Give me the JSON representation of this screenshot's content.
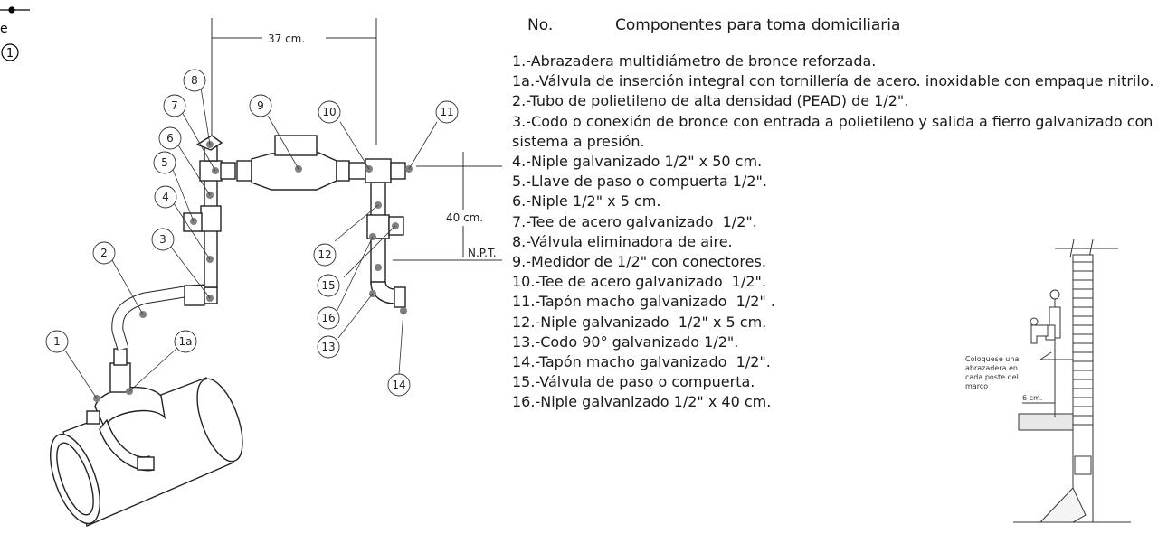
{
  "header": {
    "no_label": "No.",
    "title": "Componentes para toma domiciliaria",
    "corner_number": "1",
    "corner_letter": "e"
  },
  "components": [
    "1.-Abrazadera multidiámetro de bronce reforzada.",
    "1a.-Válvula de inserción integral con tornillería de acero. inoxidable con empaque nitrilo.",
    "2.-Tubo de polietileno de alta densidad (PEAD) de 1/2\".",
    "3.-Codo o conexión de bronce con entrada a polietileno y salida a fierro galvanizado con sistema a presión.",
    "4.-Niple galvanizado 1/2\" x 50 cm.",
    "5.-Llave de paso o compuerta 1/2\".",
    "6.-Niple 1/2\" x 5 cm.",
    "7.-Tee de acero galvanizado  1/2\".",
    "8.-Válvula eliminadora de aire.",
    "9.-Medidor de 1/2\" con conectores.",
    "10.-Tee de acero galvanizado  1/2\".",
    "11.-Tapón macho galvanizado  1/2\" .",
    "12.-Niple galvanizado  1/2\" x 5 cm.",
    "13.-Codo 90° galvanizado 1/2\".",
    "14.-Tapón macho galvanizado  1/2\".",
    "15.-Válvula de paso o compuerta.",
    "16.-Niple galvanizado 1/2\" x 40 cm."
  ],
  "callouts": [
    "1",
    "1a",
    "2",
    "3",
    "4",
    "5",
    "6",
    "7",
    "8",
    "9",
    "10",
    "11",
    "12",
    "13",
    "14",
    "15",
    "16"
  ],
  "dimensions": {
    "width_label": "37 cm.",
    "height_label": "40 cm.",
    "ground_label": "N.P.T.",
    "detail_depth_label": "6 cm."
  },
  "detail_note": [
    "Coloquese una",
    "abrazadera en",
    "cada poste del",
    "marco"
  ]
}
